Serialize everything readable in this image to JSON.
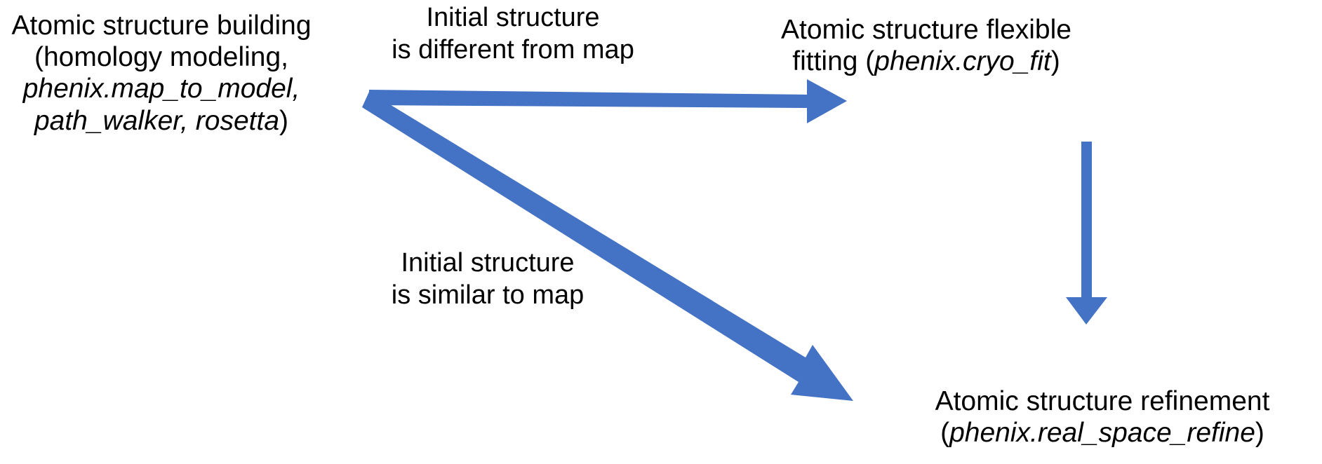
{
  "diagram": {
    "title": "Atomic structure building and refinement workflow",
    "background_color": "#ffffff",
    "arrow_color": "#4472C4",
    "text_color": "#000000",
    "nodes": [
      {
        "id": "building",
        "name": "atomic-structure-building",
        "lines": [
          {
            "text": "Atomic structure building",
            "italic": false
          },
          {
            "text": "(homology modeling,",
            "italic": false
          },
          {
            "text": "phenix.map_to_model,",
            "italic": true
          },
          {
            "text": "path_walker, rosetta",
            "italic": true
          },
          {
            "text": ")",
            "italic": false
          }
        ],
        "line_text": [
          "Atomic structure building",
          "(homology modeling,",
          "phenix.map_to_model,",
          "path_walker, rosetta)"
        ]
      },
      {
        "id": "flexible_fitting",
        "name": "atomic-structure-flexible-fitting",
        "line_text": [
          "Atomic structure flexible",
          "fitting (phenix.cryo_fit)"
        ],
        "line1_plain": "Atomic structure flexible",
        "line2_prefix": "fitting (",
        "line2_italic": "phenix.cryo_fit",
        "line2_suffix": ")"
      },
      {
        "id": "refinement",
        "name": "atomic-structure-refinement",
        "line_text": [
          "Atomic structure refinement",
          "(phenix.real_space_refine)"
        ],
        "line1_plain": "Atomic structure refinement",
        "line2_prefix": "(",
        "line2_italic": "phenix.real_space_refine",
        "line2_suffix": ")"
      }
    ],
    "edge_labels": [
      {
        "id": "different",
        "name": "edge-label-different-from-map",
        "line1": "Initial structure",
        "line2": "is different from map"
      },
      {
        "id": "similar",
        "name": "edge-label-similar-to-map",
        "line1": "Initial structure",
        "line2": "is similar to map"
      }
    ],
    "arrows": [
      {
        "id": "building-to-flexible-fitting",
        "name": "arrow-building-to-flexible-fitting",
        "from": "building",
        "to": "flexible_fitting",
        "direction": "right",
        "label": "Initial structure is different from map"
      },
      {
        "id": "building-to-refinement",
        "name": "arrow-building-to-refinement",
        "from": "building",
        "to": "refinement",
        "direction": "down-right",
        "label": "Initial structure is similar to map"
      },
      {
        "id": "flexible-fitting-to-refinement",
        "name": "arrow-flexible-fitting-to-refinement",
        "from": "flexible_fitting",
        "to": "refinement",
        "direction": "down",
        "label": ""
      }
    ]
  },
  "building_lines": {
    "l1": "Atomic structure building",
    "l2": "(homology modeling,",
    "l3": "phenix.map_to_model,",
    "l4a": "path_walker, rosetta",
    "l4b": ")"
  },
  "fitting_lines": {
    "l1": "Atomic structure flexible",
    "l2a": "fitting (",
    "l2b": "phenix.cryo_fit",
    "l2c": ")"
  },
  "refinement_lines": {
    "l1": "Atomic structure refinement",
    "l2a": "(",
    "l2b": "phenix.real_space_refine",
    "l2c": ")"
  },
  "label_different": {
    "l1": "Initial structure",
    "l2": "is different from map"
  },
  "label_similar": {
    "l1": "Initial structure",
    "l2": "is similar to map"
  }
}
